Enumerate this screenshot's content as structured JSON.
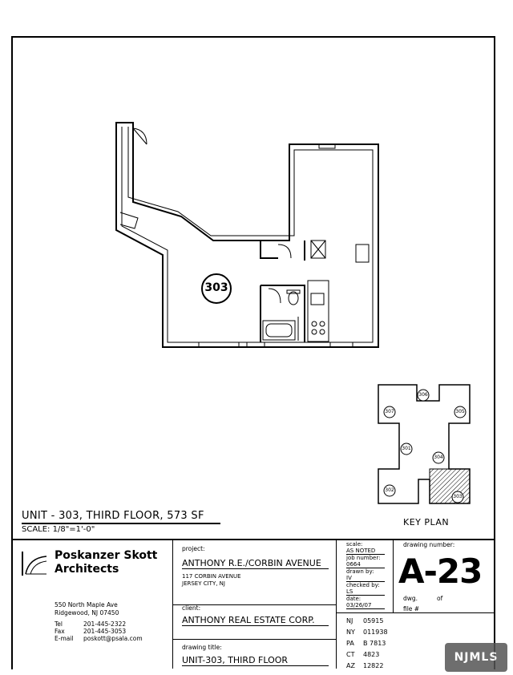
{
  "plan": {
    "unit_number": "303",
    "unit_title": "UNIT - 303, THIRD FLOOR, 573 SF",
    "scale_note": "SCALE: 1/8\"=1'-0\""
  },
  "key_plan": {
    "label": "KEY PLAN",
    "units": [
      "306",
      "307",
      "305",
      "301",
      "304",
      "302",
      "303"
    ]
  },
  "title_block": {
    "firm_name_line1": "Poskanzer Skott",
    "firm_name_line2": "Architects",
    "address_line1": "550 North Maple Ave",
    "address_line2": "Ridgewood, NJ 07450",
    "tel_label": "Tel",
    "tel_value": "201-445-2322",
    "fax_label": "Fax",
    "fax_value": "201-445-3053",
    "email_label": "E-mail",
    "email_value": "poskott@psala.com",
    "project_label": "project:",
    "project_value": "ANTHONY R.E./CORBIN AVENUE",
    "project_addr1": "117 CORBIN AVENUE",
    "project_addr2": "JERSEY CITY, NJ",
    "client_label": "client:",
    "client_value": "ANTHONY REAL ESTATE CORP.",
    "drawing_title_label": "drawing title:",
    "drawing_title_value": "UNIT-303, THIRD FLOOR",
    "scale_label": "scale:",
    "scale_value": "AS NOTED",
    "job_number_label": "job number:",
    "job_number_value": "0664",
    "drawn_by_label": "drawn by:",
    "drawn_by_value": "IV",
    "checked_by_label": "checked by:",
    "checked_by_value": "LS",
    "date_label": "date:",
    "date_value": "03/26/07",
    "drawing_number_label": "drawing number:",
    "drawing_number_value": "A-23",
    "dwg_label": "dwg.",
    "of_label": "of",
    "file_label": "file #",
    "licenses": [
      {
        "state": "NJ",
        "number": "05915"
      },
      {
        "state": "NY",
        "number": "011938"
      },
      {
        "state": "PA",
        "number": "B 7813"
      },
      {
        "state": "CT",
        "number": "4823"
      },
      {
        "state": "AZ",
        "number": "12822"
      }
    ]
  },
  "watermark": "NJMLS"
}
